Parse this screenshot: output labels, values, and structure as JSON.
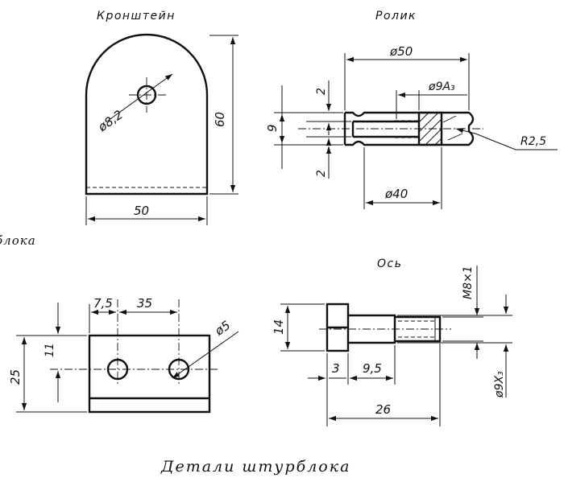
{
  "caption": "Детали штурблока",
  "cut_label": "блока",
  "parts": {
    "bracket": {
      "title": "Кронштейн",
      "dims": {
        "hole": "ø8,2",
        "height": "60",
        "width": "50"
      }
    },
    "roller": {
      "title": "Ролик",
      "dims": {
        "outer": "ø50",
        "bore": "ø9A₃",
        "groove": "ø40",
        "width": "9",
        "flange_top": "2",
        "flange_bottom": "2",
        "radius": "R2,5"
      }
    },
    "plate": {
      "dims": {
        "offset": "7,5",
        "spacing": "35",
        "hole": "ø5",
        "height": "25",
        "hole_height": "11"
      }
    },
    "axle": {
      "title": "Ось",
      "dims": {
        "head": "14",
        "thread": "M8×1",
        "shaft": "ø9X₃",
        "head_len": "3",
        "shaft_len": "9,5",
        "total": "26"
      }
    }
  }
}
